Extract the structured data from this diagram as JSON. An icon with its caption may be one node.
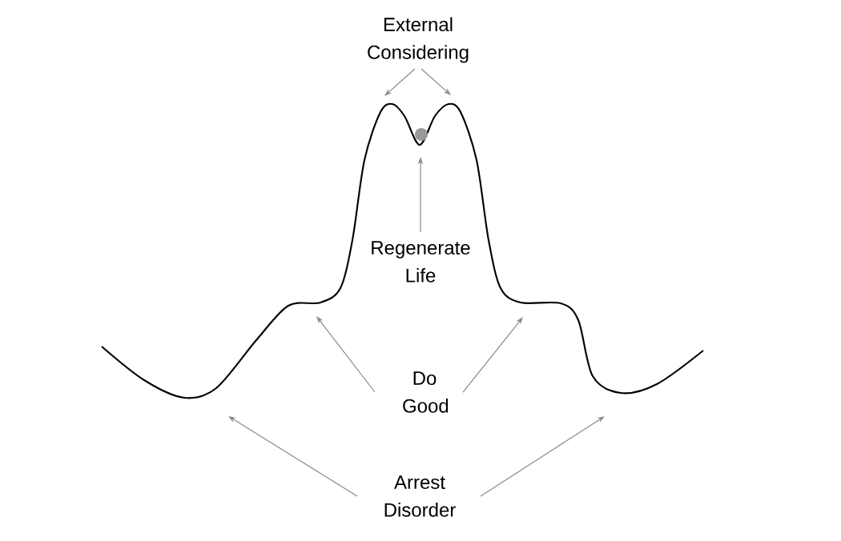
{
  "diagram": {
    "nodes": [
      {
        "text": [
          "External Considering"
        ]
      },
      {
        "text": [
          "Regenerate Life"
        ]
      },
      {
        "text": [
          "Do Good"
        ]
      },
      {
        "text": [
          "Arrest Disorder"
        ]
      },
      {
        "text": [],
        "shape": "circle"
      }
    ],
    "edges": [
      {
        "from": 0,
        "to": null,
        "arrow": "to"
      },
      {
        "from": 0,
        "to": null,
        "arrow": "to"
      },
      {
        "from": 1,
        "to": 4,
        "arrow": "to"
      },
      {
        "from": 2,
        "to": null,
        "arrow": "to"
      },
      {
        "from": 2,
        "to": null,
        "arrow": "to"
      },
      {
        "from": 3,
        "to": null,
        "arrow": "to"
      },
      {
        "from": 3,
        "to": null,
        "arrow": "to"
      }
    ]
  }
}
